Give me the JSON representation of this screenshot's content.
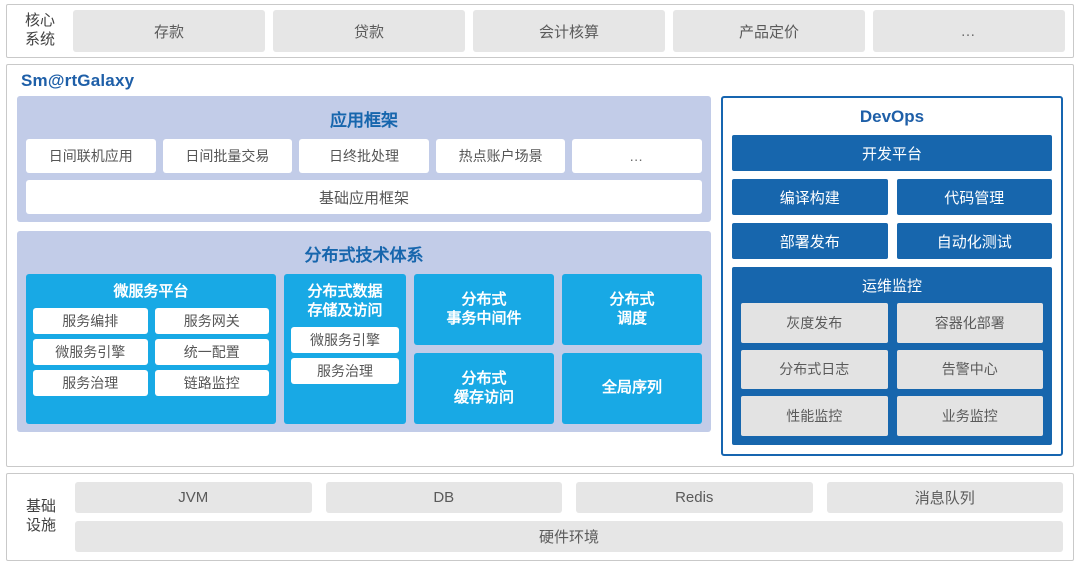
{
  "core_system": {
    "label": "核心\n系统",
    "label_line1": "核心",
    "label_line2": "系统",
    "items": [
      "存款",
      "贷款",
      "会计核算",
      "产品定价",
      "…"
    ]
  },
  "galaxy": {
    "title": "Sm@rtGalaxy",
    "app_framework": {
      "title": "应用框架",
      "items": [
        "日间联机应用",
        "日间批量交易",
        "日终批处理",
        "热点账户场景",
        "…"
      ],
      "base": "基础应用框架"
    },
    "dist_tech": {
      "title": "分布式技术体系",
      "microservice": {
        "title": "微服务平台",
        "items": [
          "服务编排",
          "服务网关",
          "微服务引擎",
          "统一配置",
          "服务治理",
          "链路监控"
        ]
      },
      "storage": {
        "title": "分布式数据\n存储及访问",
        "title_line1": "分布式数据",
        "title_line2": "存储及访问",
        "items": [
          "微服务引擎",
          "服务治理"
        ]
      },
      "tiles": [
        {
          "line1": "分布式",
          "line2": "事务中间件"
        },
        {
          "line1": "分布式",
          "line2": "调度"
        },
        {
          "line1": "分布式",
          "line2": "缓存访问"
        },
        {
          "line1": "全局序列",
          "line2": ""
        }
      ]
    }
  },
  "devops": {
    "title": "DevOps",
    "platform": "开发平台",
    "rows": [
      [
        "编译构建",
        "代码管理"
      ],
      [
        "部署发布",
        "自动化测试"
      ]
    ],
    "ops": {
      "title": "运维监控",
      "items": [
        "灰度发布",
        "容器化部署",
        "分布式日志",
        "告警中心",
        "性能监控",
        "业务监控"
      ]
    }
  },
  "infrastructure": {
    "label_line1": "基础",
    "label_line2": "设施",
    "items": [
      "JVM",
      "DB",
      "Redis",
      "消息队列"
    ],
    "hardware": "硬件环境"
  },
  "colors": {
    "accent_blue": "#1766ad",
    "cyan": "#18a9e5",
    "lavender": "#c2cce8",
    "grey_chip": "#e6e6e6",
    "title_blue": "#1e5fa8"
  }
}
